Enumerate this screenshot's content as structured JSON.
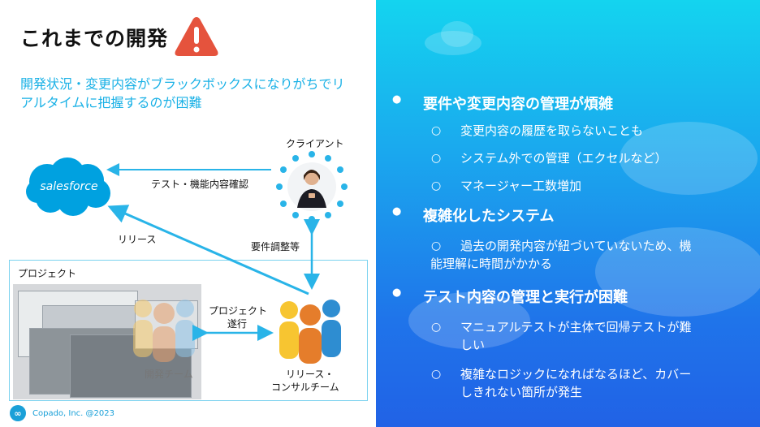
{
  "title": "これまでの開発",
  "subtitle": "開発状況・変更内容がブラックボックスになりがちでリアルタイムに把握するのが困難",
  "diagram": {
    "client_label": "クライアント",
    "test_label": "テスト・機能内容確認",
    "requirements_label": "要件調整等",
    "release_label": "リリース",
    "project_label": "プロジェクト",
    "progress_label_1": "プロジェクト",
    "progress_label_2": "遂行",
    "dev_team_label": "開発チーム",
    "release_team_label_1": "リリース・",
    "release_team_label_2": "コンサルチーム",
    "salesforce_text": "salesforce"
  },
  "footer": {
    "logo": "∞",
    "text": "Copado, Inc. @2023"
  },
  "bullets": [
    {
      "heading": "要件や変更内容の管理が煩雑",
      "items": [
        [
          "変更内容の履歴を取らないことも"
        ],
        [
          "システム外での管理（エクセルなど）"
        ],
        [
          "マネージャー工数増加"
        ]
      ]
    },
    {
      "heading": "複雑化したシステム",
      "items": [
        [
          "過去の開発内容が紐づいていないため、機",
          "能理解に時間がかかる"
        ]
      ]
    },
    {
      "heading": "テスト内容の管理と実行が困難",
      "items": [
        [
          "マニュアルテストが主体で回帰テストが難",
          "しい"
        ],
        [
          "複雑なロジックになればなるほど、カバー",
          "しきれない箇所が発生"
        ]
      ]
    }
  ],
  "colors": {
    "accent_cyan": "#1ab1e6",
    "salesforce_blue": "#00a1e0",
    "warning_red": "#e5533d",
    "arrow_cyan": "#29b4e8"
  }
}
